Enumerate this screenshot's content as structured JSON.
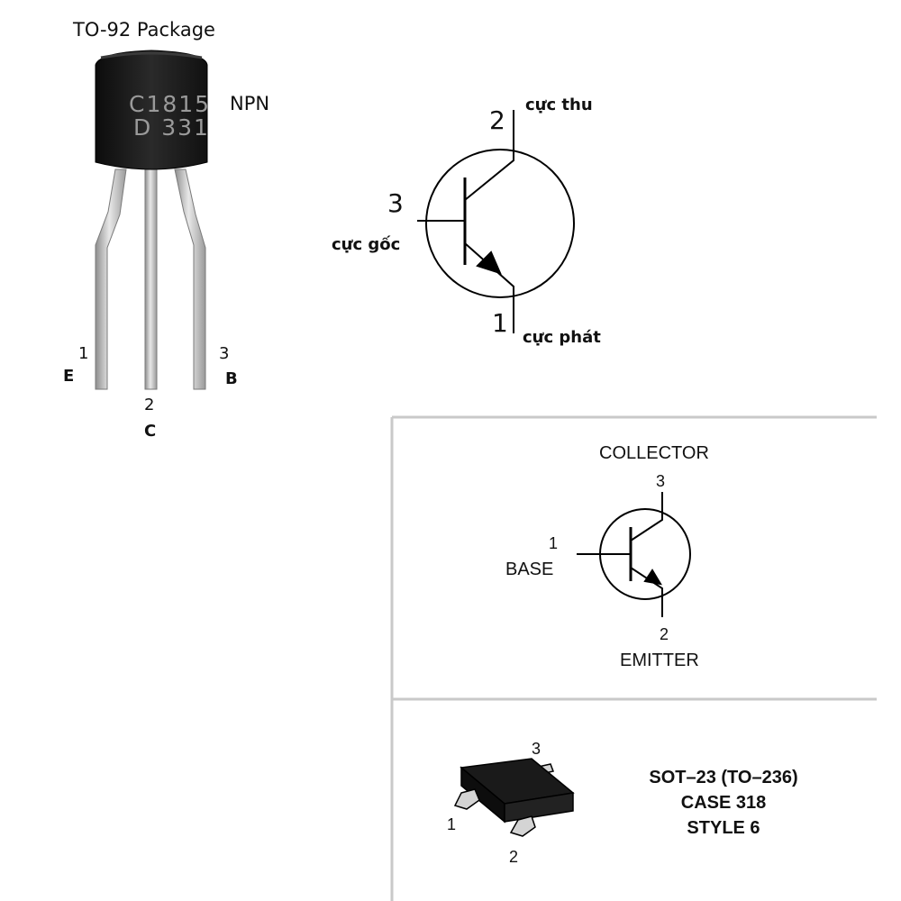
{
  "to92": {
    "title": "TO-92 Package",
    "polarity": "NPN",
    "marking_line1": "C1815",
    "marking_line2": "D 331",
    "pins": [
      {
        "number": "1",
        "letter": "E"
      },
      {
        "number": "2",
        "letter": "C"
      },
      {
        "number": "3",
        "letter": "B"
      }
    ]
  },
  "symbol_vi": {
    "collector_num": "2",
    "collector_label": "cực thu",
    "base_num": "3",
    "base_label": "cực gốc",
    "emitter_num": "1",
    "emitter_label": "cực phát"
  },
  "symbol_en": {
    "collector_label": "COLLECTOR",
    "collector_num": "3",
    "base_num": "1",
    "base_label": "BASE",
    "emitter_num": "2",
    "emitter_label": "EMITTER"
  },
  "sot23": {
    "line1": "SOT–23 (TO–236)",
    "line2": "CASE 318",
    "line3": "STYLE 6",
    "pin1": "1",
    "pin2": "2",
    "pin3": "3"
  },
  "colors": {
    "body": "#1a1a1a",
    "marking": "#9a9a9a",
    "lead": "#c8c8c8",
    "frame": "#c9c9c9"
  }
}
